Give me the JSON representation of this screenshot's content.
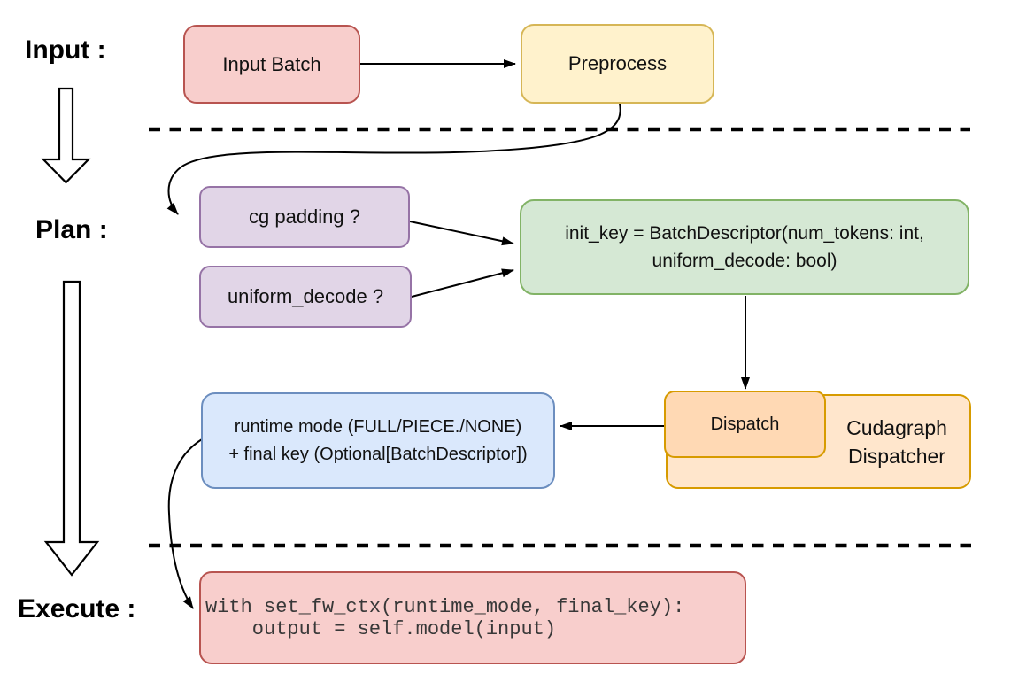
{
  "labels": {
    "input": "Input :",
    "plan": "Plan :",
    "execute": "Execute :"
  },
  "nodes": {
    "input_batch": {
      "label": "Input Batch",
      "fill": "#f8cecc",
      "border": "#b85450"
    },
    "preprocess": {
      "label": "Preprocess",
      "fill": "#fff2cc",
      "border": "#d6b656"
    },
    "cg_padding": {
      "label": "cg padding ?",
      "fill": "#e1d5e7",
      "border": "#9673a6"
    },
    "uniform_decode": {
      "label": "uniform_decode ?",
      "fill": "#e1d5e7",
      "border": "#9673a6"
    },
    "init_key": {
      "line1": "init_key = BatchDescriptor(num_tokens: int,",
      "line2": "uniform_decode: bool)",
      "fill": "#d5e8d4",
      "border": "#82b366"
    },
    "dispatch": {
      "label": "Dispatch",
      "fill": "#ffd9b4",
      "border": "#d79b00"
    },
    "cudagraph_dispatcher": {
      "line1": "Cudagraph",
      "line2": "Dispatcher",
      "fill": "#ffe6cc",
      "border": "#d79b00"
    },
    "runtime_mode": {
      "line1": "runtime mode (FULL/PIECE./NONE)",
      "line2": "+ final key (Optional[BatchDescriptor])",
      "fill": "#dae8fc",
      "border": "#6c8ebf"
    },
    "execute_code": {
      "line1": "with set_fw_ctx(runtime_mode, final_key):",
      "line2": "    output = self.model(input)",
      "fill": "#f8cecc",
      "border": "#b85450"
    }
  },
  "colors": {
    "line": "#000000",
    "code_text": "#383838",
    "label_text": "#000000"
  }
}
